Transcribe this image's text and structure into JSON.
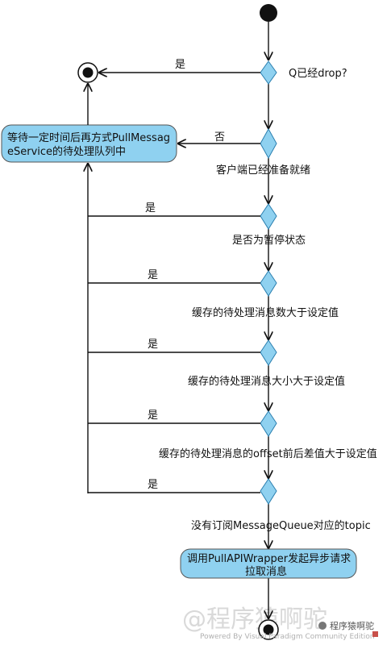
{
  "nodes": {
    "wait_requeue": [
      "等待一定时间后再方式PullMessag",
      "eService的待处理队列中"
    ],
    "call_api": [
      "调用PullAPIWrapper发起异步请求",
      "拉取消息"
    ]
  },
  "decisions": [
    {
      "condition": "Q已经drop?",
      "branch_label": "是"
    },
    {
      "condition": "客户端已经准备就绪",
      "branch_label": "否"
    },
    {
      "condition": "是否为暂停状态",
      "branch_label": "是"
    },
    {
      "condition": "缓存的待处理消息数大于设定值",
      "branch_label": "是"
    },
    {
      "condition": "缓存的待处理消息大小大于设定值",
      "branch_label": "是"
    },
    {
      "condition": "缓存的待处理消息的offset前后差值大于设定值",
      "branch_label": "是"
    },
    {
      "condition": "没有订阅MessageQueue对应的topic",
      "branch_label": "是"
    }
  ],
  "watermark": {
    "text": "@程序猿啊驼",
    "footer": "Powered By Visual Paradigm Community Edition",
    "logo_text": "程序猿啊驼"
  },
  "colors": {
    "node_fill": "#8fd1f0",
    "diamond_fill": "#8fd1f0",
    "line": "#111111"
  }
}
